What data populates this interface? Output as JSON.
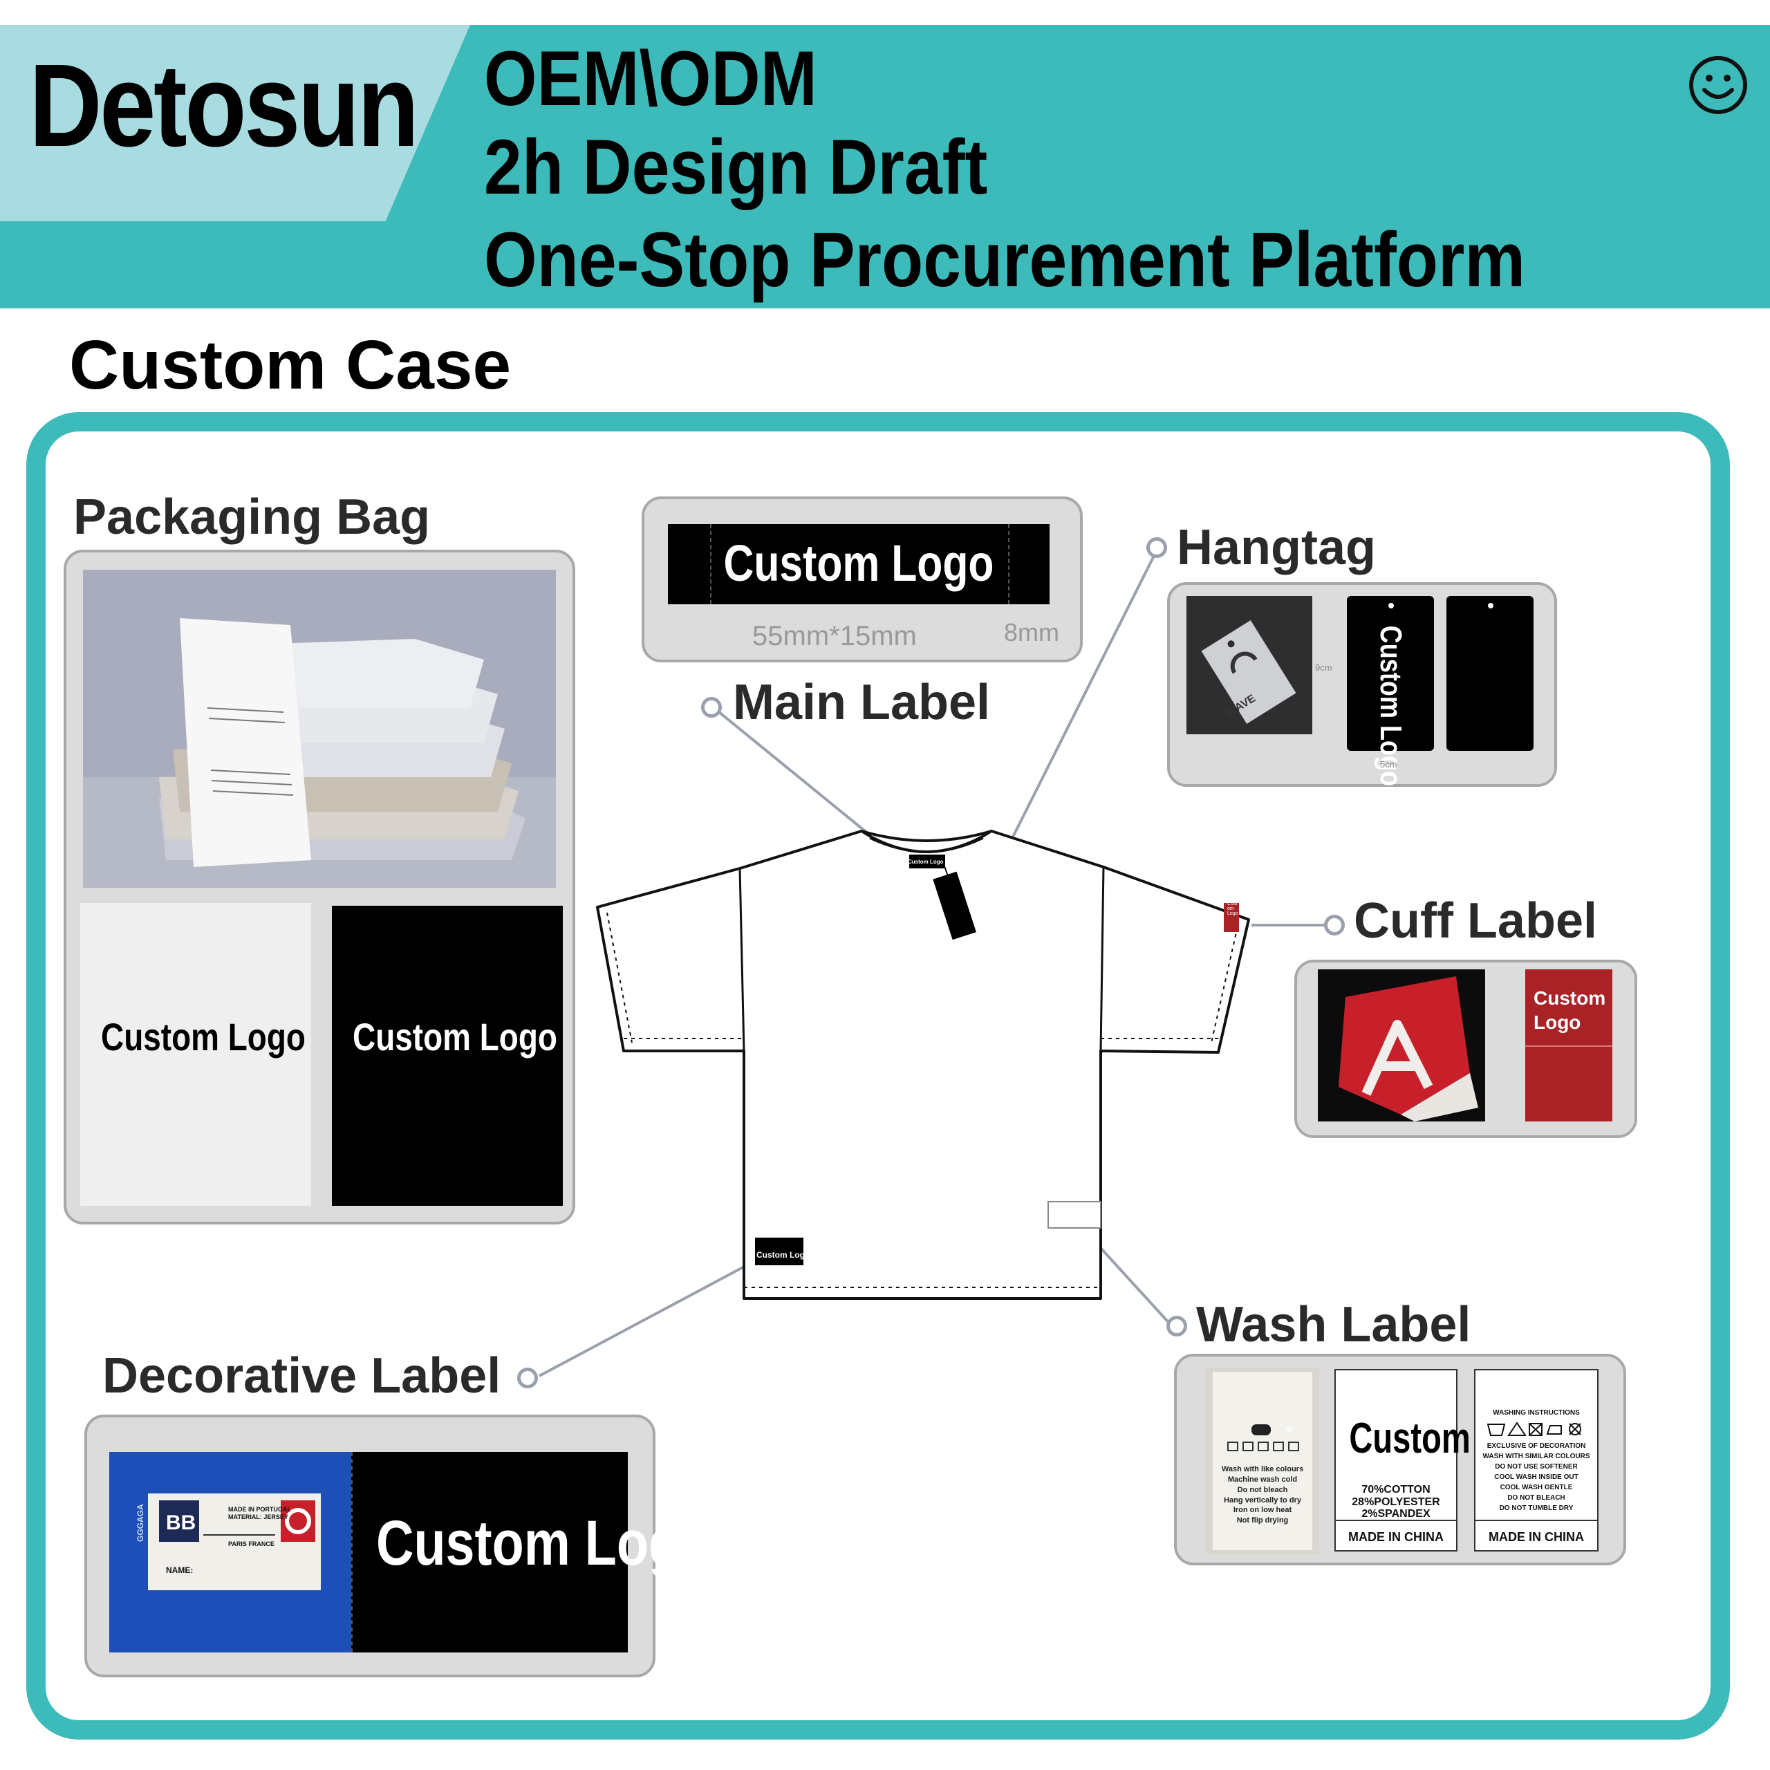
{
  "header": {
    "brand": "Detosun",
    "lines": [
      "OEM\\ODM",
      "2h Design Draft",
      "One-Stop Procurement Platform"
    ],
    "colors": {
      "teal": "#3dbbbb",
      "light_teal": "#a9dce0"
    }
  },
  "section_title": "Custom Case",
  "packaging": {
    "title": "Packaging Bag",
    "white_bag_text": "Custom Logo",
    "black_bag_text": "Custom Logo"
  },
  "main_label": {
    "title": "Main Label",
    "logo_text": "Custom Logo",
    "size_text": "55mm*15mm",
    "fold_text": "8mm"
  },
  "hangtag": {
    "title": "Hangtag",
    "tag_text": "Custom Logo",
    "height_text": "9cm",
    "width_text": "5cm",
    "brand_mark": "WAVE"
  },
  "cuff_label": {
    "title": "Cuff Label",
    "custom_text": "Custom\nLogo",
    "color": "#a82226"
  },
  "shirt": {
    "neck_label": "Custom Logo",
    "hang_tag": "Custom Logo",
    "sleeve_label": "Custom Logo",
    "hem_label": "Custom Logo"
  },
  "wash_label": {
    "title": "Wash Label",
    "size": "M",
    "photo_text": "Wash with like colours\nMachine wash cold\nDo not bleach\nHang vertically to dry\nIron on low heat\nNot flip drying",
    "custom_text": "Custom",
    "composition": "70%COTTON\n28%POLYESTER\n2%SPANDEX",
    "made_in": "MADE IN CHINA",
    "instructions_title": "WASHING INSTRUCTIONS",
    "instructions": "EXCLUSIVE OF DECORATION\nWASH WITH SIMILAR COLOURS\nDO NOT USE SOFTENER\nCOOL WASH INSIDE OUT\nCOOL WASH GENTLE\nDO NOT BLEACH\nDO NOT TUMBLE DRY",
    "made_in_2": "MADE IN CHINA"
  },
  "decorative_label": {
    "title": "Decorative Label",
    "logo_text": "Custom Logo",
    "photo_text_1": "MADE IN PORTUGAL\nMATERIAL: JERSEY",
    "photo_text_2": "PARIS FRANCE",
    "photo_name": "NAME:",
    "photo_brand": "GGGAGA"
  }
}
